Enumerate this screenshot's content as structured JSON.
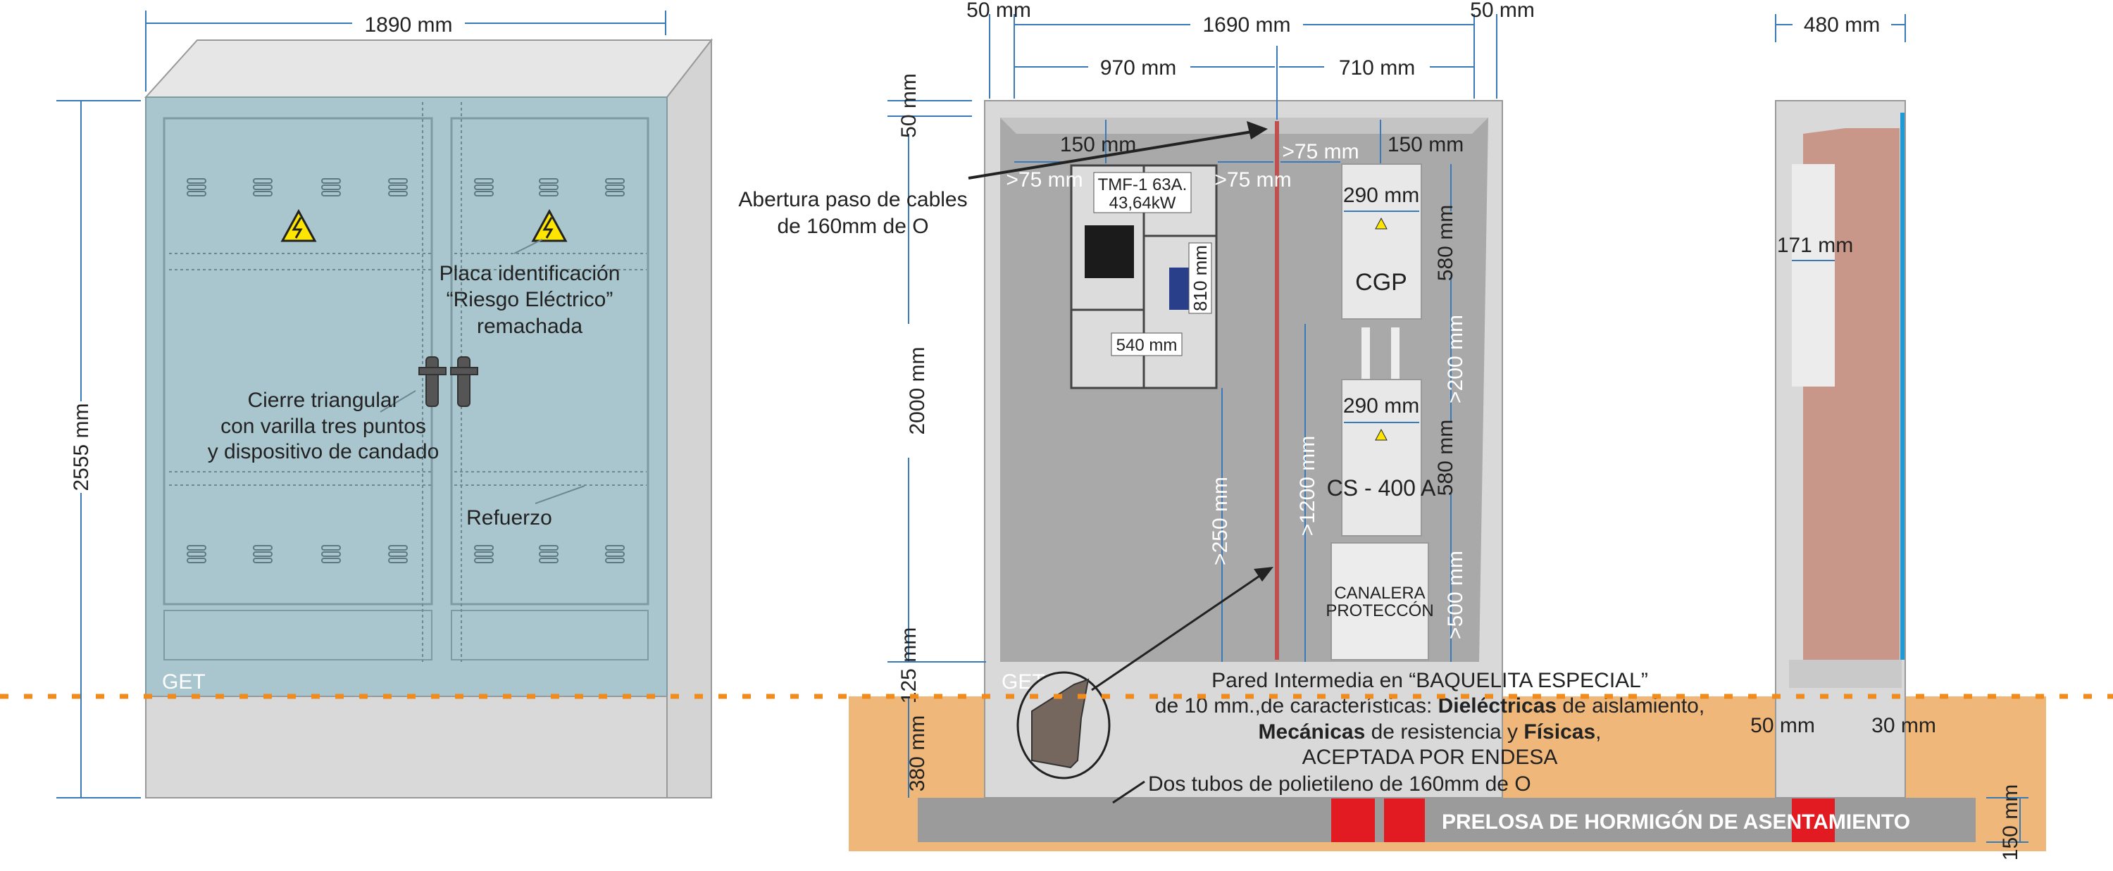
{
  "front_view": {
    "width_dim": "1890 mm",
    "height_dim": "2555 mm",
    "brand_mark": "GET",
    "labels": {
      "placa": [
        "Placa identificación",
        "“Riesgo Eléctrico”",
        "remachada"
      ],
      "cierre": [
        "Cierre triangular",
        "con varilla tres puntos",
        "y dispositivo de candado"
      ],
      "refuerzo": "Refuerzo"
    }
  },
  "interior_view": {
    "dims": {
      "left_margin": "50 mm",
      "inner_width": "1690 mm",
      "right_margin": "50 mm",
      "left_section": "970 mm",
      "right_section": "710 mm",
      "top_margin": "50 mm",
      "inner_height": "2000 mm",
      "bottom_margin": "125 mm",
      "buried_depth": "380 mm",
      "top_clear_left": "150 mm",
      "top_clear_right": "150 mm",
      "side_clear_1": ">75 mm",
      "side_clear_2": ">75 mm",
      "side_clear_3": ">75 mm",
      "meter_height": "810 mm",
      "meter_width": "540 mm",
      "floor_clear_meter": ">250 mm",
      "floor_clear_cs": ">1200 mm",
      "cgp_width": "290 mm",
      "cgp_height": "580 mm",
      "gap_cgp_cs": ">200 mm",
      "cs_width": "290 mm",
      "cs_height": "580 mm",
      "canalera_height": ">500 mm"
    },
    "tmf_label": [
      "TMF-1 63A.",
      "43,64kW"
    ],
    "cgp_label": "CGP",
    "cs_label": "CS - 400 A",
    "canalera_label": [
      "CANALERA",
      "PROTECCÓN"
    ],
    "brand_mark": "GET",
    "abertura_note": [
      "Abertura paso de cables",
      "de 160mm de O"
    ],
    "pared_note": {
      "line1": "Pared Intermedia en “BAQUELITA ESPECIAL”",
      "line2_a": "de 10 mm.,de características: ",
      "line2_b": "Dieléctricas",
      "line2_c": " de aislamiento,",
      "line3_a": "Mecánicas",
      "line3_b": " de resistencia y ",
      "line3_c": "Físicas",
      "line3_d": ",",
      "line4": "ACEPTADA POR ENDESA"
    },
    "tubos_note": "Dos tubos de polietileno de 160mm de O",
    "slab_label": "PRELOSA DE HORMIGÓN DE ASENTAMIENTO",
    "slab_dim": "150 mm"
  },
  "side_view": {
    "depth_dim": "480 mm",
    "inner_dim": "171 mm",
    "base_left": "50 mm",
    "base_right": "30 mm"
  },
  "colors": {
    "cabinet_front": "#a9c6cf",
    "housing": "#d9d9d9",
    "interior": "#a9a9a9",
    "sand": "#efb77a",
    "concrete": "#9b9b9b",
    "red_tube": "#e21b23",
    "partition": "#c8968a",
    "dimension": "#3a7ab8",
    "ground_line": "#f08c1e"
  }
}
